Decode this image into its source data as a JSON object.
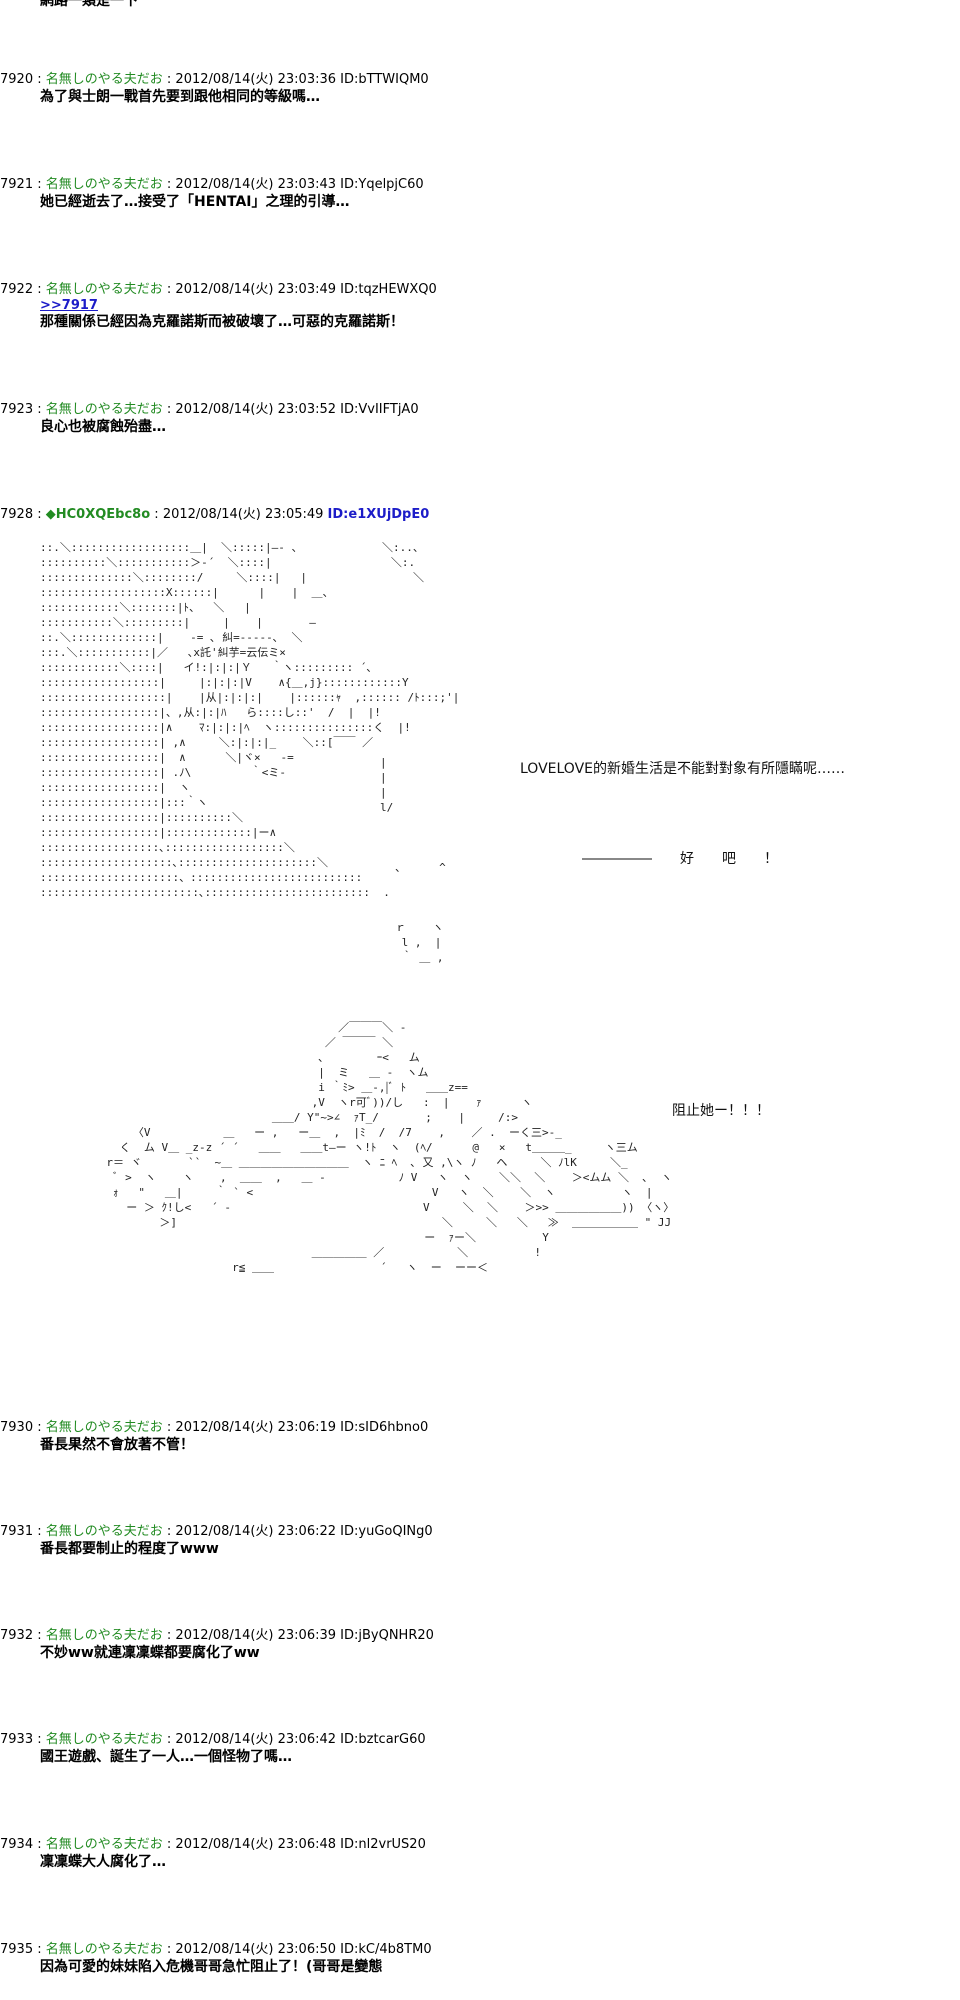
{
  "top_fragment": "網路一類是一下",
  "posts": [
    {
      "num": "7920",
      "name": "名無しのやる夫だお",
      "date": "2012/08/14(火) 23:03:36",
      "id": "ID:bTTWIQM0",
      "text": "為了與士朗一戰首先要到跟他相同的等級嗎…"
    },
    {
      "num": "7921",
      "name": "名無しのやる夫だお",
      "date": "2012/08/14(火) 23:03:43",
      "id": "ID:YqelpjC60",
      "text": "她已經逝去了…接受了「HENTAI」之理的引導…"
    },
    {
      "num": "7922",
      "name": "名無しのやる夫だお",
      "date": "2012/08/14(火) 23:03:49",
      "id": "ID:tqzHEWXQ0",
      "reply": ">>7917",
      "text": "那種關係已經因為克羅諾斯而被破壞了…可惡的克羅諾斯！"
    },
    {
      "num": "7923",
      "name": "名無しのやる夫だお",
      "date": "2012/08/14(火) 23:03:52",
      "id": "ID:VvIIFTjA0",
      "text": "良心也被腐蝕殆盡…"
    },
    {
      "num": "7928",
      "trip": "◆HC0XQEbc8o",
      "date": "2012/08/14(火) 23:05:49",
      "id": "ID:e1XUjDpE0"
    },
    {
      "num": "7930",
      "name": "名無しのやる夫だお",
      "date": "2012/08/14(火) 23:06:19",
      "id": "ID:sID6hbno0",
      "text": "番長果然不會放著不管！"
    },
    {
      "num": "7931",
      "name": "名無しのやる夫だお",
      "date": "2012/08/14(火) 23:06:22",
      "id": "ID:yuGoQINg0",
      "text": "番長都要制止的程度了www"
    },
    {
      "num": "7932",
      "name": "名無しのやる夫だお",
      "date": "2012/08/14(火) 23:06:39",
      "id": "ID:jByQNHR20",
      "text": "不妙ww就連凜凜蝶都要腐化了ww"
    },
    {
      "num": "7933",
      "name": "名無しのやる夫だお",
      "date": "2012/08/14(火) 23:06:42",
      "id": "ID:bztcarG60",
      "text": "國王遊戲、誕生了一人…一個怪物了嗎…"
    },
    {
      "num": "7934",
      "name": "名無しのやる夫だお",
      "date": "2012/08/14(火) 23:06:48",
      "id": "ID:nl2vrUS20",
      "text": "凜凜蝶大人腐化了…"
    },
    {
      "num": "7935",
      "name": "名無しのやる夫だお",
      "date": "2012/08/14(火) 23:06:50",
      "id": "ID:kC/4b8TM0",
      "text": "因為可愛的妹妹陷入危機哥哥急忙阻止了！(哥哥是變態"
    }
  ],
  "aa1": {
    "caption": "LOVELOVE的新婚生活是不能對對象有所隱瞞呢……",
    "line": "―――――　　好　　吧　　！"
  },
  "aa2": {
    "shout": "阻止她ー！！！"
  }
}
